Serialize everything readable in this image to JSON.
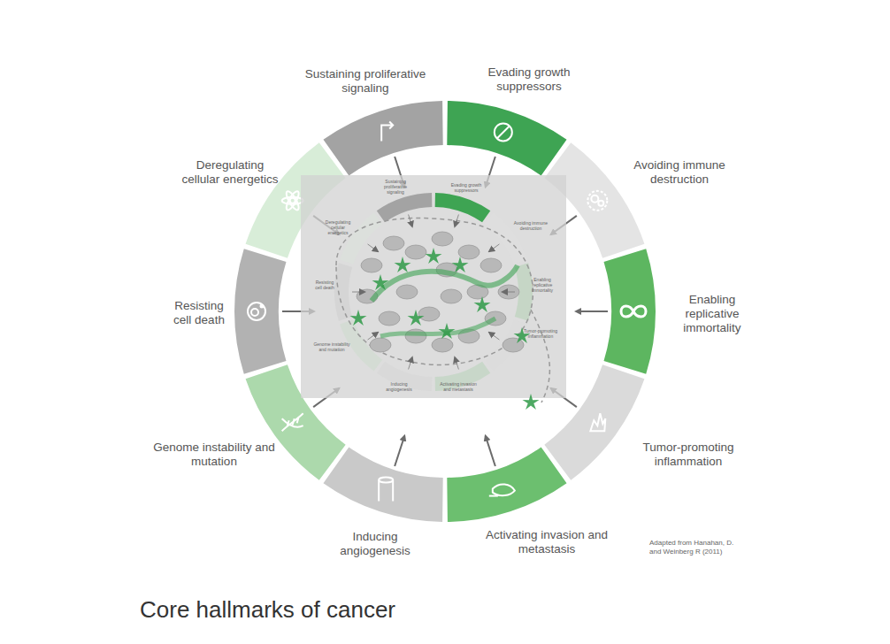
{
  "diagram": {
    "caption": "Core hallmarks of cancer",
    "nodes": [
      {
        "text": [
          "Sustaining proliferative signaling"
        ]
      },
      {
        "text": [
          "Evading growth suppressors"
        ]
      },
      {
        "text": [
          "Avoiding immune destruction"
        ]
      },
      {
        "text": [
          "Enabling replicative immortality"
        ]
      },
      {
        "text": [
          "Tumor-promoting inflammation"
        ]
      },
      {
        "text": [
          "Activating invasion and metastasis"
        ]
      },
      {
        "text": [
          "Inducing angiogenesis"
        ]
      },
      {
        "text": [
          "Genome instability and mutation"
        ]
      },
      {
        "text": [
          "Resisting cell death"
        ]
      },
      {
        "text": [
          "Deregulating cellular energetics"
        ]
      }
    ],
    "labels": [
      "Sustaining proliferative signaling",
      "Evading growth suppressors",
      "Avoiding immune destruction",
      "Enabling replicative immortality",
      "Tumor-promoting inflammation",
      "Activating invasion and metastasis",
      "Inducing angiogenesis",
      "Genome instability and mutation",
      "Resisting cell death",
      "Deregulating cellular energetics",
      "Adapted from Hanahan, D. and Weinberg R (2011)"
    ]
  }
}
